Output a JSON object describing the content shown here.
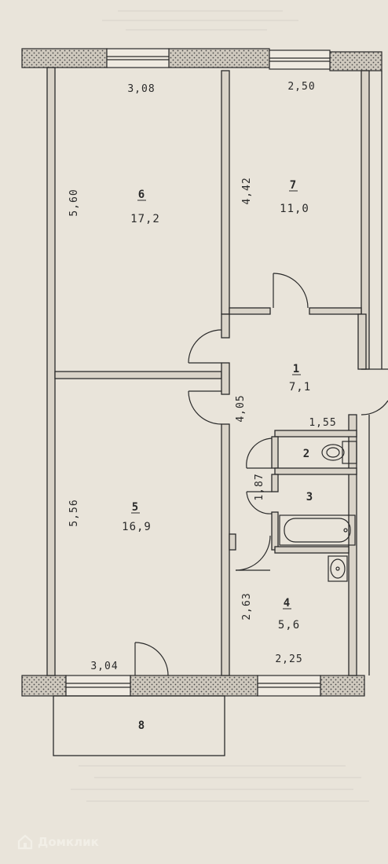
{
  "rooms": {
    "r1": {
      "number": "1",
      "area": "7,1"
    },
    "r2": {
      "number": "2"
    },
    "r3": {
      "number": "3"
    },
    "r4": {
      "number": "4",
      "area": "5,6"
    },
    "r5": {
      "number": "5",
      "area": "16,9"
    },
    "r6": {
      "number": "6",
      "area": "17,2"
    },
    "r7": {
      "number": "7",
      "area": "11,0"
    },
    "r8": {
      "number": "8"
    }
  },
  "dimensions": {
    "d308": "3,08",
    "d250": "2,50",
    "d560": "5,60",
    "d442": "4,42",
    "d405": "4,05",
    "d155": "1,55",
    "d187": "1,87",
    "d556": "5,56",
    "d263": "2,63",
    "d304": "3,04",
    "d225": "2,25"
  },
  "watermark": {
    "brand": "Домклик",
    "icon": "house-logo-icon"
  },
  "colors": {
    "paper": "#e9e4da",
    "line": "#2a2a2a",
    "wall_fill": "#bfb9ae"
  }
}
